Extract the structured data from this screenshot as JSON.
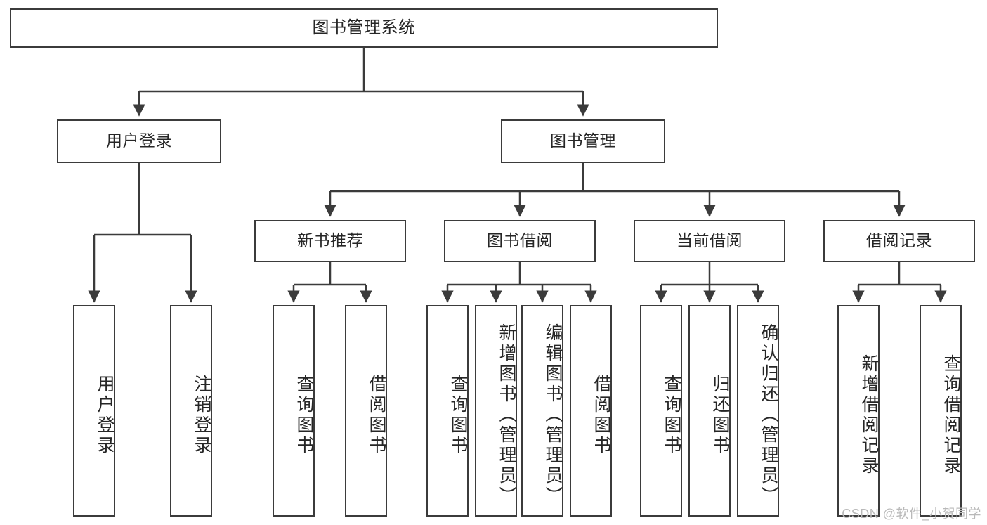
{
  "diagram": {
    "title": "图书管理系统",
    "type": "tree",
    "style": {
      "box_border_color": "#3b3b3b",
      "box_fill_color": "#ffffff",
      "edge_color": "#3b3b3b",
      "text_color": "#262626",
      "background": "#ffffff",
      "watermark_color": "#b9b9b9"
    },
    "levels": [
      {
        "level": 1,
        "nodes": [
          {
            "id": "root",
            "label": "图书管理系统"
          }
        ]
      },
      {
        "level": 2,
        "nodes": [
          {
            "id": "login",
            "label": "用户登录",
            "parent": "root"
          },
          {
            "id": "bookmgr",
            "label": "图书管理",
            "parent": "root"
          }
        ]
      },
      {
        "level": 3,
        "nodes": [
          {
            "id": "newbook",
            "label": "新书推荐",
            "parent": "bookmgr"
          },
          {
            "id": "borrow",
            "label": "图书借阅",
            "parent": "bookmgr"
          },
          {
            "id": "current",
            "label": "当前借阅",
            "parent": "bookmgr"
          },
          {
            "id": "record",
            "label": "借阅记录",
            "parent": "bookmgr"
          }
        ]
      },
      {
        "level": 4,
        "nodes": [
          {
            "id": "leaf-user-login",
            "label": "用户登录",
            "parent": "login"
          },
          {
            "id": "leaf-user-logout",
            "label": "注销登录",
            "parent": "login"
          },
          {
            "id": "leaf-new-query",
            "label": "查询图书",
            "parent": "newbook"
          },
          {
            "id": "leaf-new-borrow",
            "label": "借阅图书",
            "parent": "newbook"
          },
          {
            "id": "leaf-borrow-query",
            "label": "查询图书",
            "parent": "borrow"
          },
          {
            "id": "leaf-borrow-add",
            "label": "新增图书（管理员）",
            "parent": "borrow"
          },
          {
            "id": "leaf-borrow-edit",
            "label": "编辑图书（管理员）",
            "parent": "borrow"
          },
          {
            "id": "leaf-borrow-lend",
            "label": "借阅图书",
            "parent": "borrow"
          },
          {
            "id": "leaf-current-query",
            "label": "查询图书",
            "parent": "current"
          },
          {
            "id": "leaf-current-return",
            "label": "归还图书",
            "parent": "current"
          },
          {
            "id": "leaf-current-confirm",
            "label": "确认归还（管理员）",
            "parent": "current"
          },
          {
            "id": "leaf-record-add",
            "label": "新增借阅记录",
            "parent": "record"
          },
          {
            "id": "leaf-record-query",
            "label": "查询借阅记录",
            "parent": "record"
          }
        ]
      }
    ]
  },
  "watermark": {
    "text": "CSDN @软件_小贺同学"
  }
}
